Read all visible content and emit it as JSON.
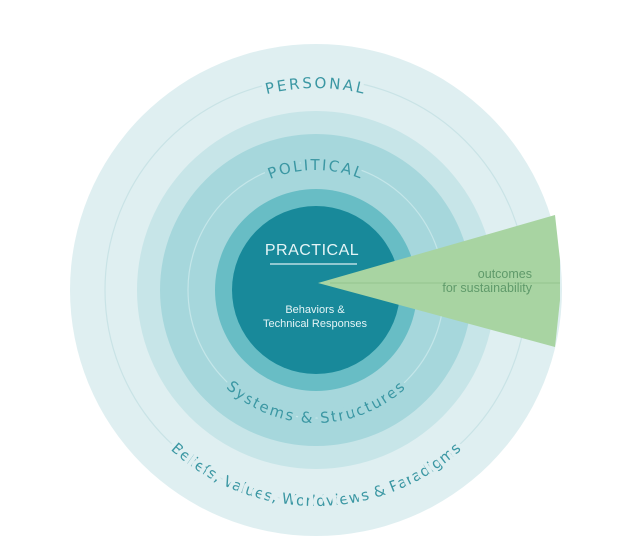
{
  "diagram": {
    "rings": {
      "personal": {
        "title": "PERSONAL",
        "subtitle": "Beliefs, Values, Worldviews & Paradigms"
      },
      "political": {
        "title": "POLITICAL",
        "subtitle": "Systems & Structures"
      },
      "practical": {
        "title": "PRACTICAL",
        "subtitle_line1": "Behaviors &",
        "subtitle_line2": "Technical Responses"
      }
    },
    "wedge": {
      "line1": "outcomes",
      "line2": "for sustainability"
    },
    "colors": {
      "outer": "#dfeff1",
      "ring2": "#c7e5e8",
      "ring3": "#a6d7dc",
      "ring4": "#8ecdd3",
      "ring5": "#68bdc5",
      "core": "#18899a",
      "wedge": "#a8d4a2",
      "text": "#3b97a3"
    }
  }
}
